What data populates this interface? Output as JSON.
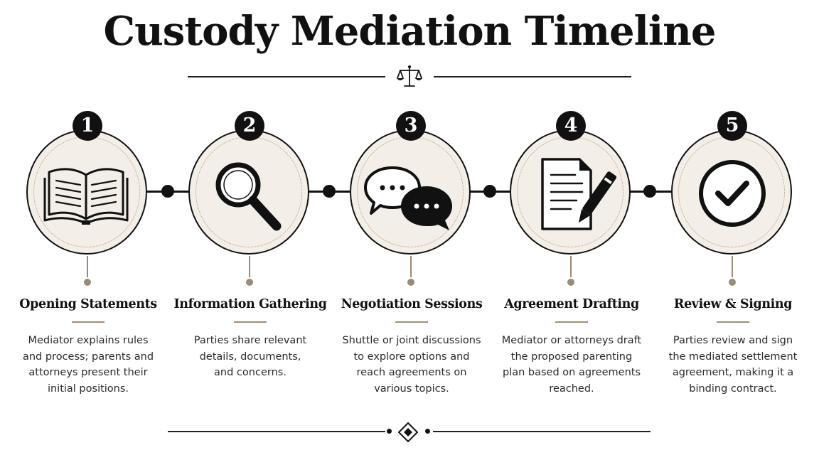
{
  "title": "Custody Mediation Timeline",
  "steps": [
    {
      "number": "1",
      "title": "Opening Statements",
      "icon": "open-book-icon",
      "description": "Mediator explains rules\nand process; parents and\nattorneys present their\ninitial positions."
    },
    {
      "number": "2",
      "title": "Information Gathering",
      "icon": "magnifying-glass-icon",
      "description": "Parties share relevant\ndetails, documents,\nand concerns."
    },
    {
      "number": "3",
      "title": "Negotiation Sessions",
      "icon": "chat-bubbles-icon",
      "description": "Shuttle or joint discussions\nto explore options and\nreach agreements on\nvarious topics."
    },
    {
      "number": "4",
      "title": "Agreement Drafting",
      "icon": "document-pen-icon",
      "description": "Mediator or attorneys draft\nthe proposed parenting\nplan based on agreements\nreached."
    },
    {
      "number": "5",
      "title": "Review & Signing",
      "icon": "checkmark-circle-icon",
      "description": "Parties review and sign\nthe mediated settlement\nagreement, making it a\nbinding contract."
    }
  ],
  "colors": {
    "ink": "#111111",
    "circle_fill": "#f3efe8",
    "accent": "#a58b72"
  },
  "decorations": {
    "header_icon": "scales-of-justice-icon",
    "footer_icon": "diamond-ornament-icon"
  }
}
